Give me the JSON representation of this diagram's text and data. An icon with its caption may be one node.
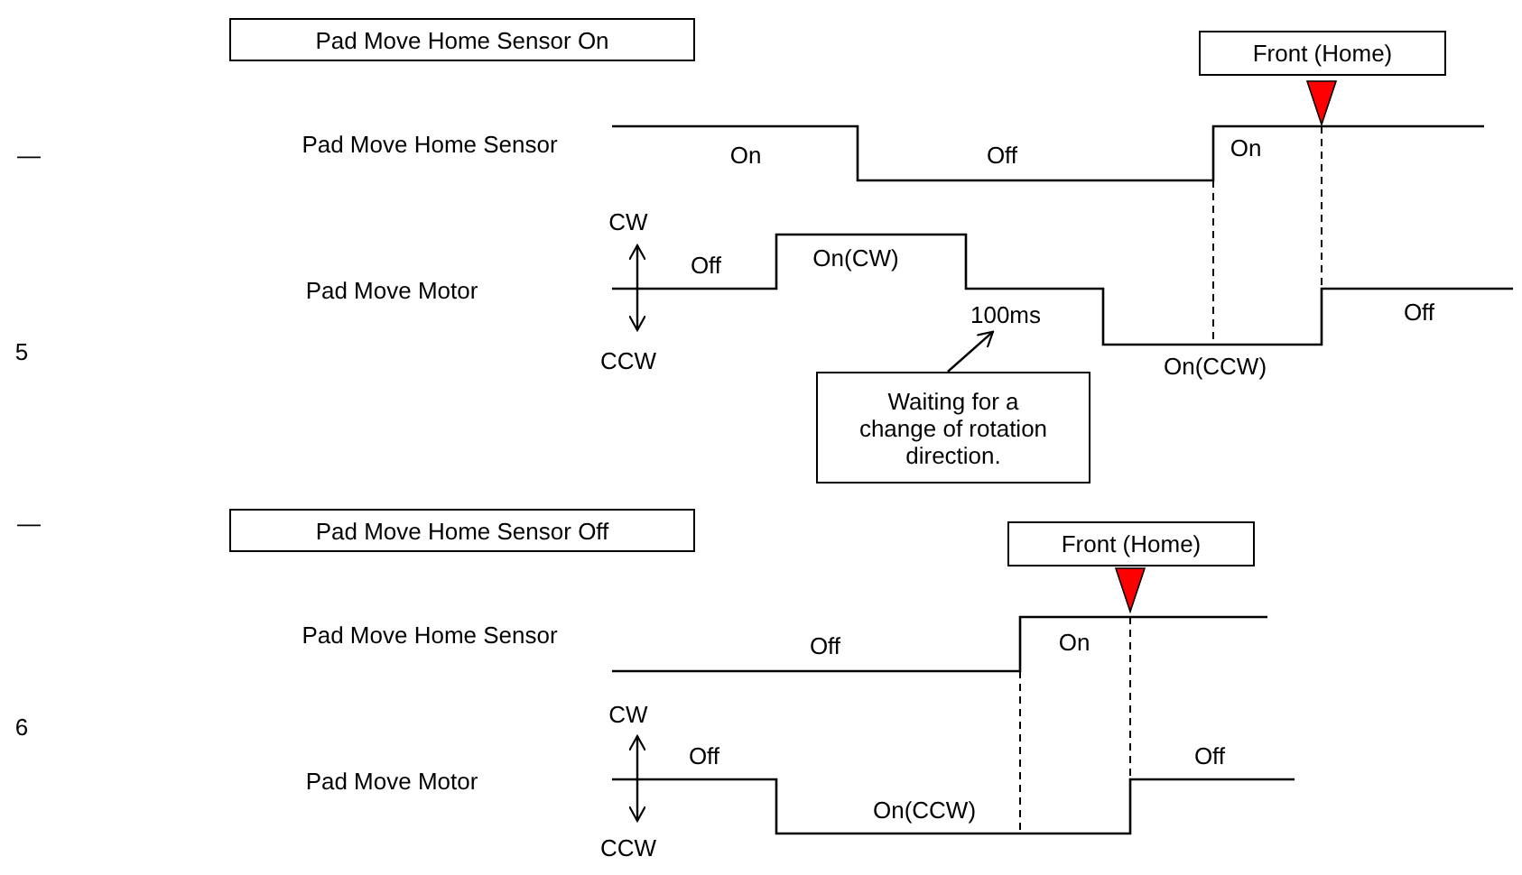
{
  "diagram": {
    "nodes": [
      {
        "text": [
          "Pad Move Home Sensor On"
        ]
      },
      {
        "text": [
          "Front (Home)"
        ]
      },
      {
        "text": [
          "Waiting for a change of rotation direction."
        ]
      },
      {
        "text": [
          "100ms"
        ]
      },
      {
        "text": [
          "Pad Move Home Sensor Off"
        ]
      },
      {
        "text": [
          "Front (Home)"
        ]
      }
    ],
    "edges": [
      {
        "from": 2,
        "to": 3,
        "arrow": "to"
      }
    ],
    "labels": [
      "—",
      "Pad Move Home Sensor",
      "On",
      "Off",
      "On",
      "CW",
      "Off",
      "On(CW)",
      "Pad Move Motor",
      "Off",
      "5",
      "CCW",
      "On(CCW)",
      "—",
      "Pad Move Home Sensor",
      "Off",
      "On",
      "CW",
      "6",
      "Off",
      "Off",
      "Pad Move Motor",
      "On(CCW)",
      "CCW"
    ]
  }
}
